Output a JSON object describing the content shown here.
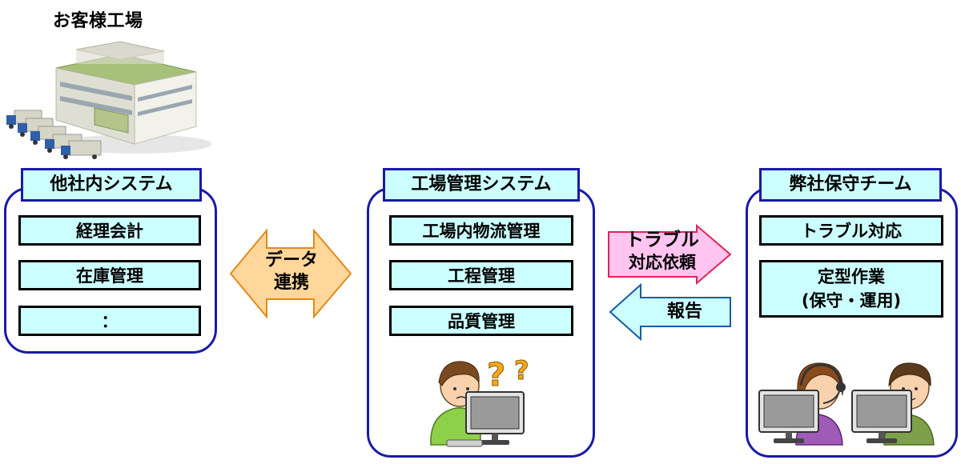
{
  "factory": {
    "title": "お客様工場"
  },
  "left_panel": {
    "title": "他社内システム",
    "items": [
      "経理会計",
      "在庫管理",
      "："
    ]
  },
  "data_arrow": {
    "line1": "データ",
    "line2": "連携"
  },
  "center_panel": {
    "title": "工場管理システム",
    "items": [
      "工場内物流管理",
      "工程管理",
      "品質管理"
    ]
  },
  "request_arrow": {
    "line1": "トラブル",
    "line2": "対応依頼"
  },
  "report_arrow": {
    "label": "報告"
  },
  "right_panel": {
    "title": "弊社保守チーム",
    "items": [
      "トラブル対応",
      "定型作業",
      "(保守・運用)"
    ]
  },
  "colors": {
    "box_border": "#1a1aa6",
    "label_fill": "#ccffff",
    "data_arrow": "#ffd79a",
    "request_arrow": "#ffc4f0",
    "report_arrow": "#ccffff"
  },
  "icons": [
    "factory-illustration",
    "confused-operator-icon",
    "support-team-icon"
  ]
}
